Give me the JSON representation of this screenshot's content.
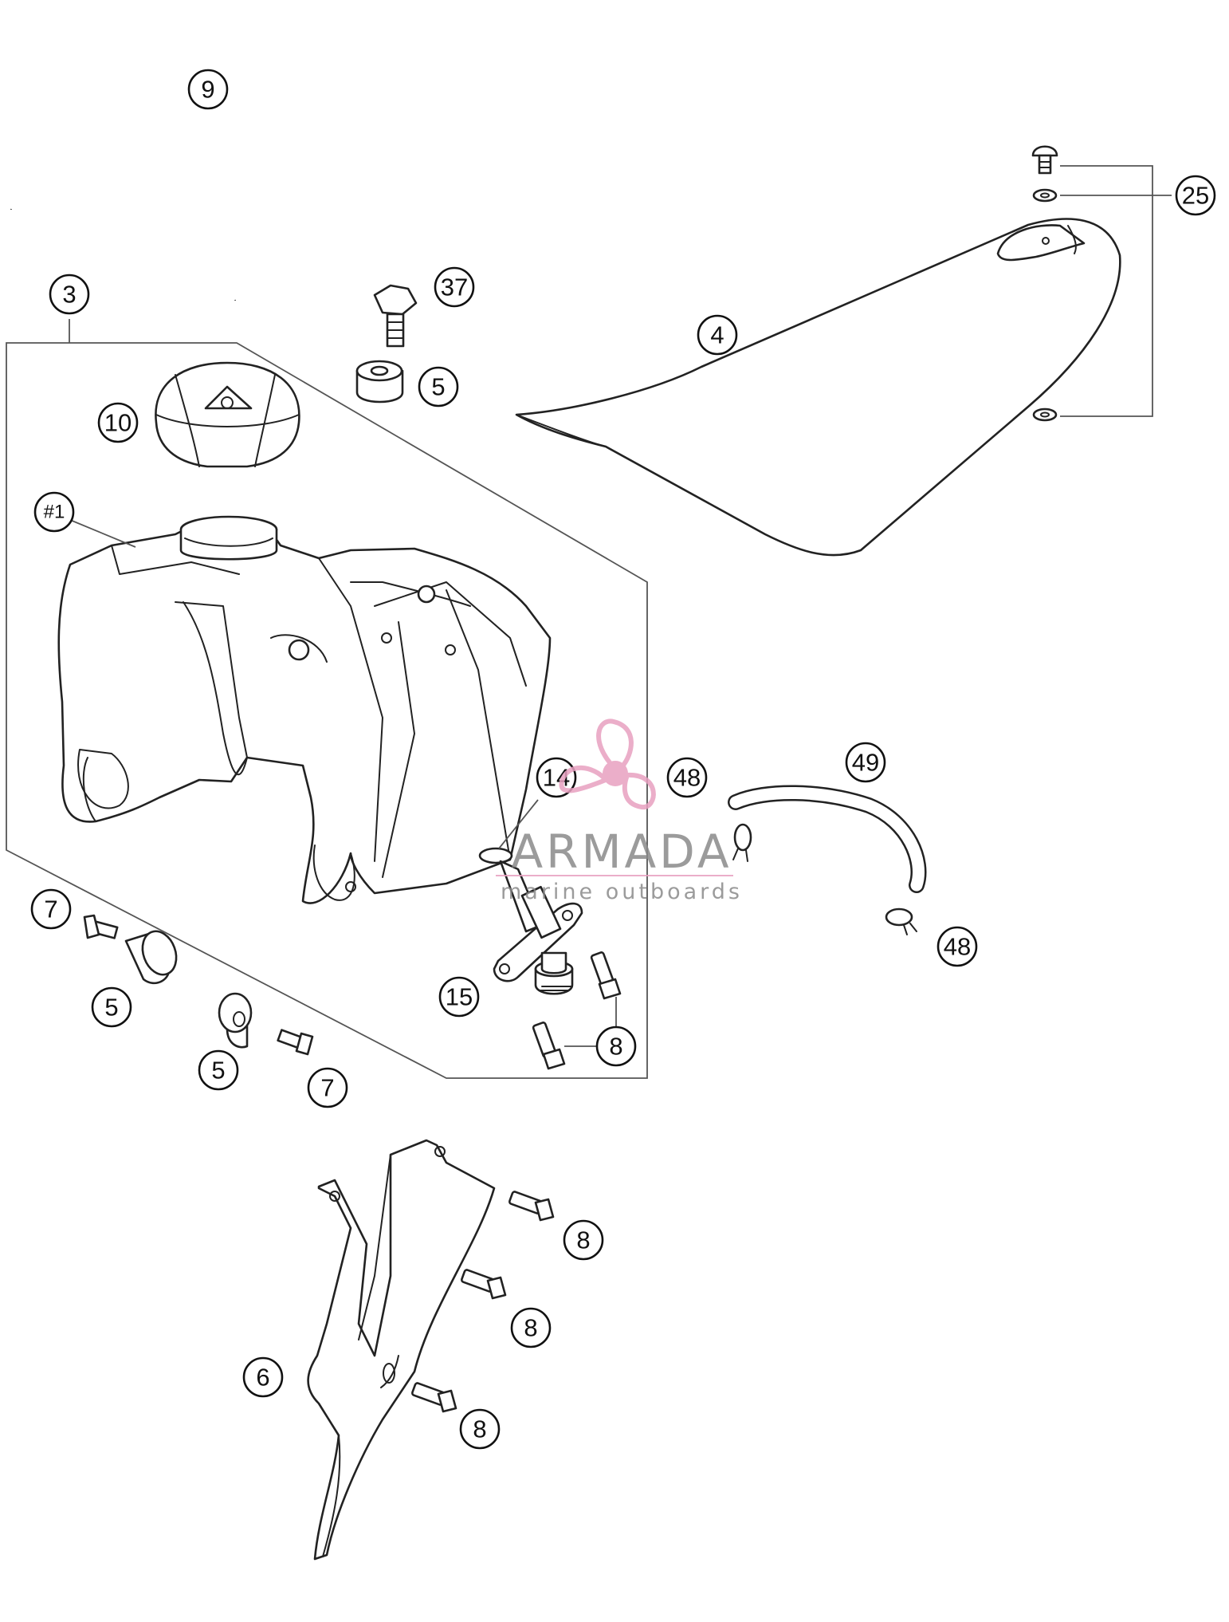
{
  "callouts": {
    "c9": "9",
    "c3": "3",
    "c37": "37",
    "c5a": "5",
    "c4": "4",
    "c25": "25",
    "c10": "10",
    "c1": "#1",
    "c14": "14",
    "c48a": "48",
    "c49": "49",
    "c48b": "48",
    "c7a": "7",
    "c5b": "5",
    "c5c": "5",
    "c7b": "7",
    "c15": "15",
    "c8a": "8",
    "c8b": "8",
    "c8c": "8",
    "c8d": "8",
    "c6": "6"
  },
  "watermark": {
    "brand": "ARMADA",
    "tagline": "marine outboards",
    "accent_color": "#e8a0c0"
  }
}
